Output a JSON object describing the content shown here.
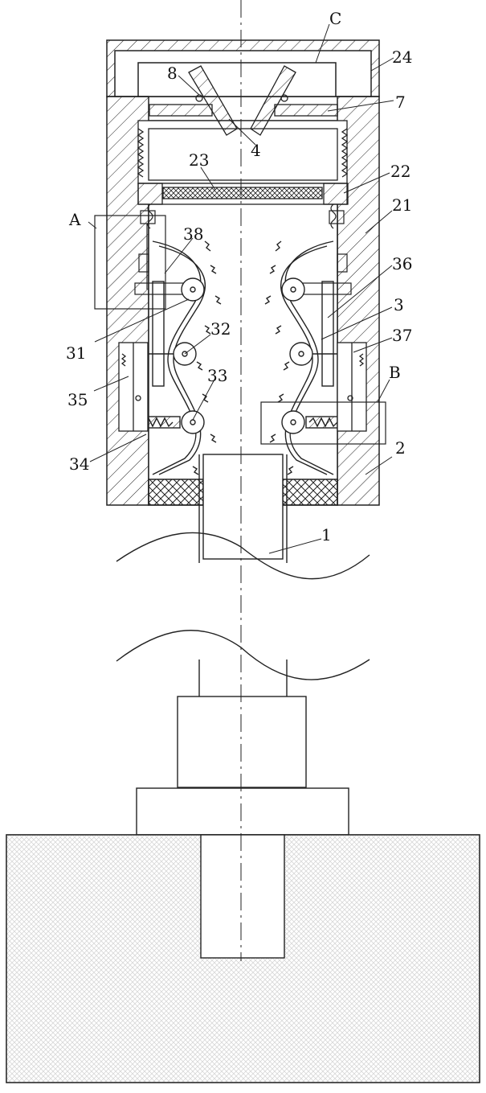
{
  "figure": {
    "labels": [
      "C",
      "24",
      "8",
      "7",
      "4",
      "23",
      "22",
      "21",
      "A",
      "38",
      "36",
      "3",
      "31",
      "32",
      "37",
      "35",
      "B",
      "33",
      "34",
      "2",
      "1"
    ]
  }
}
